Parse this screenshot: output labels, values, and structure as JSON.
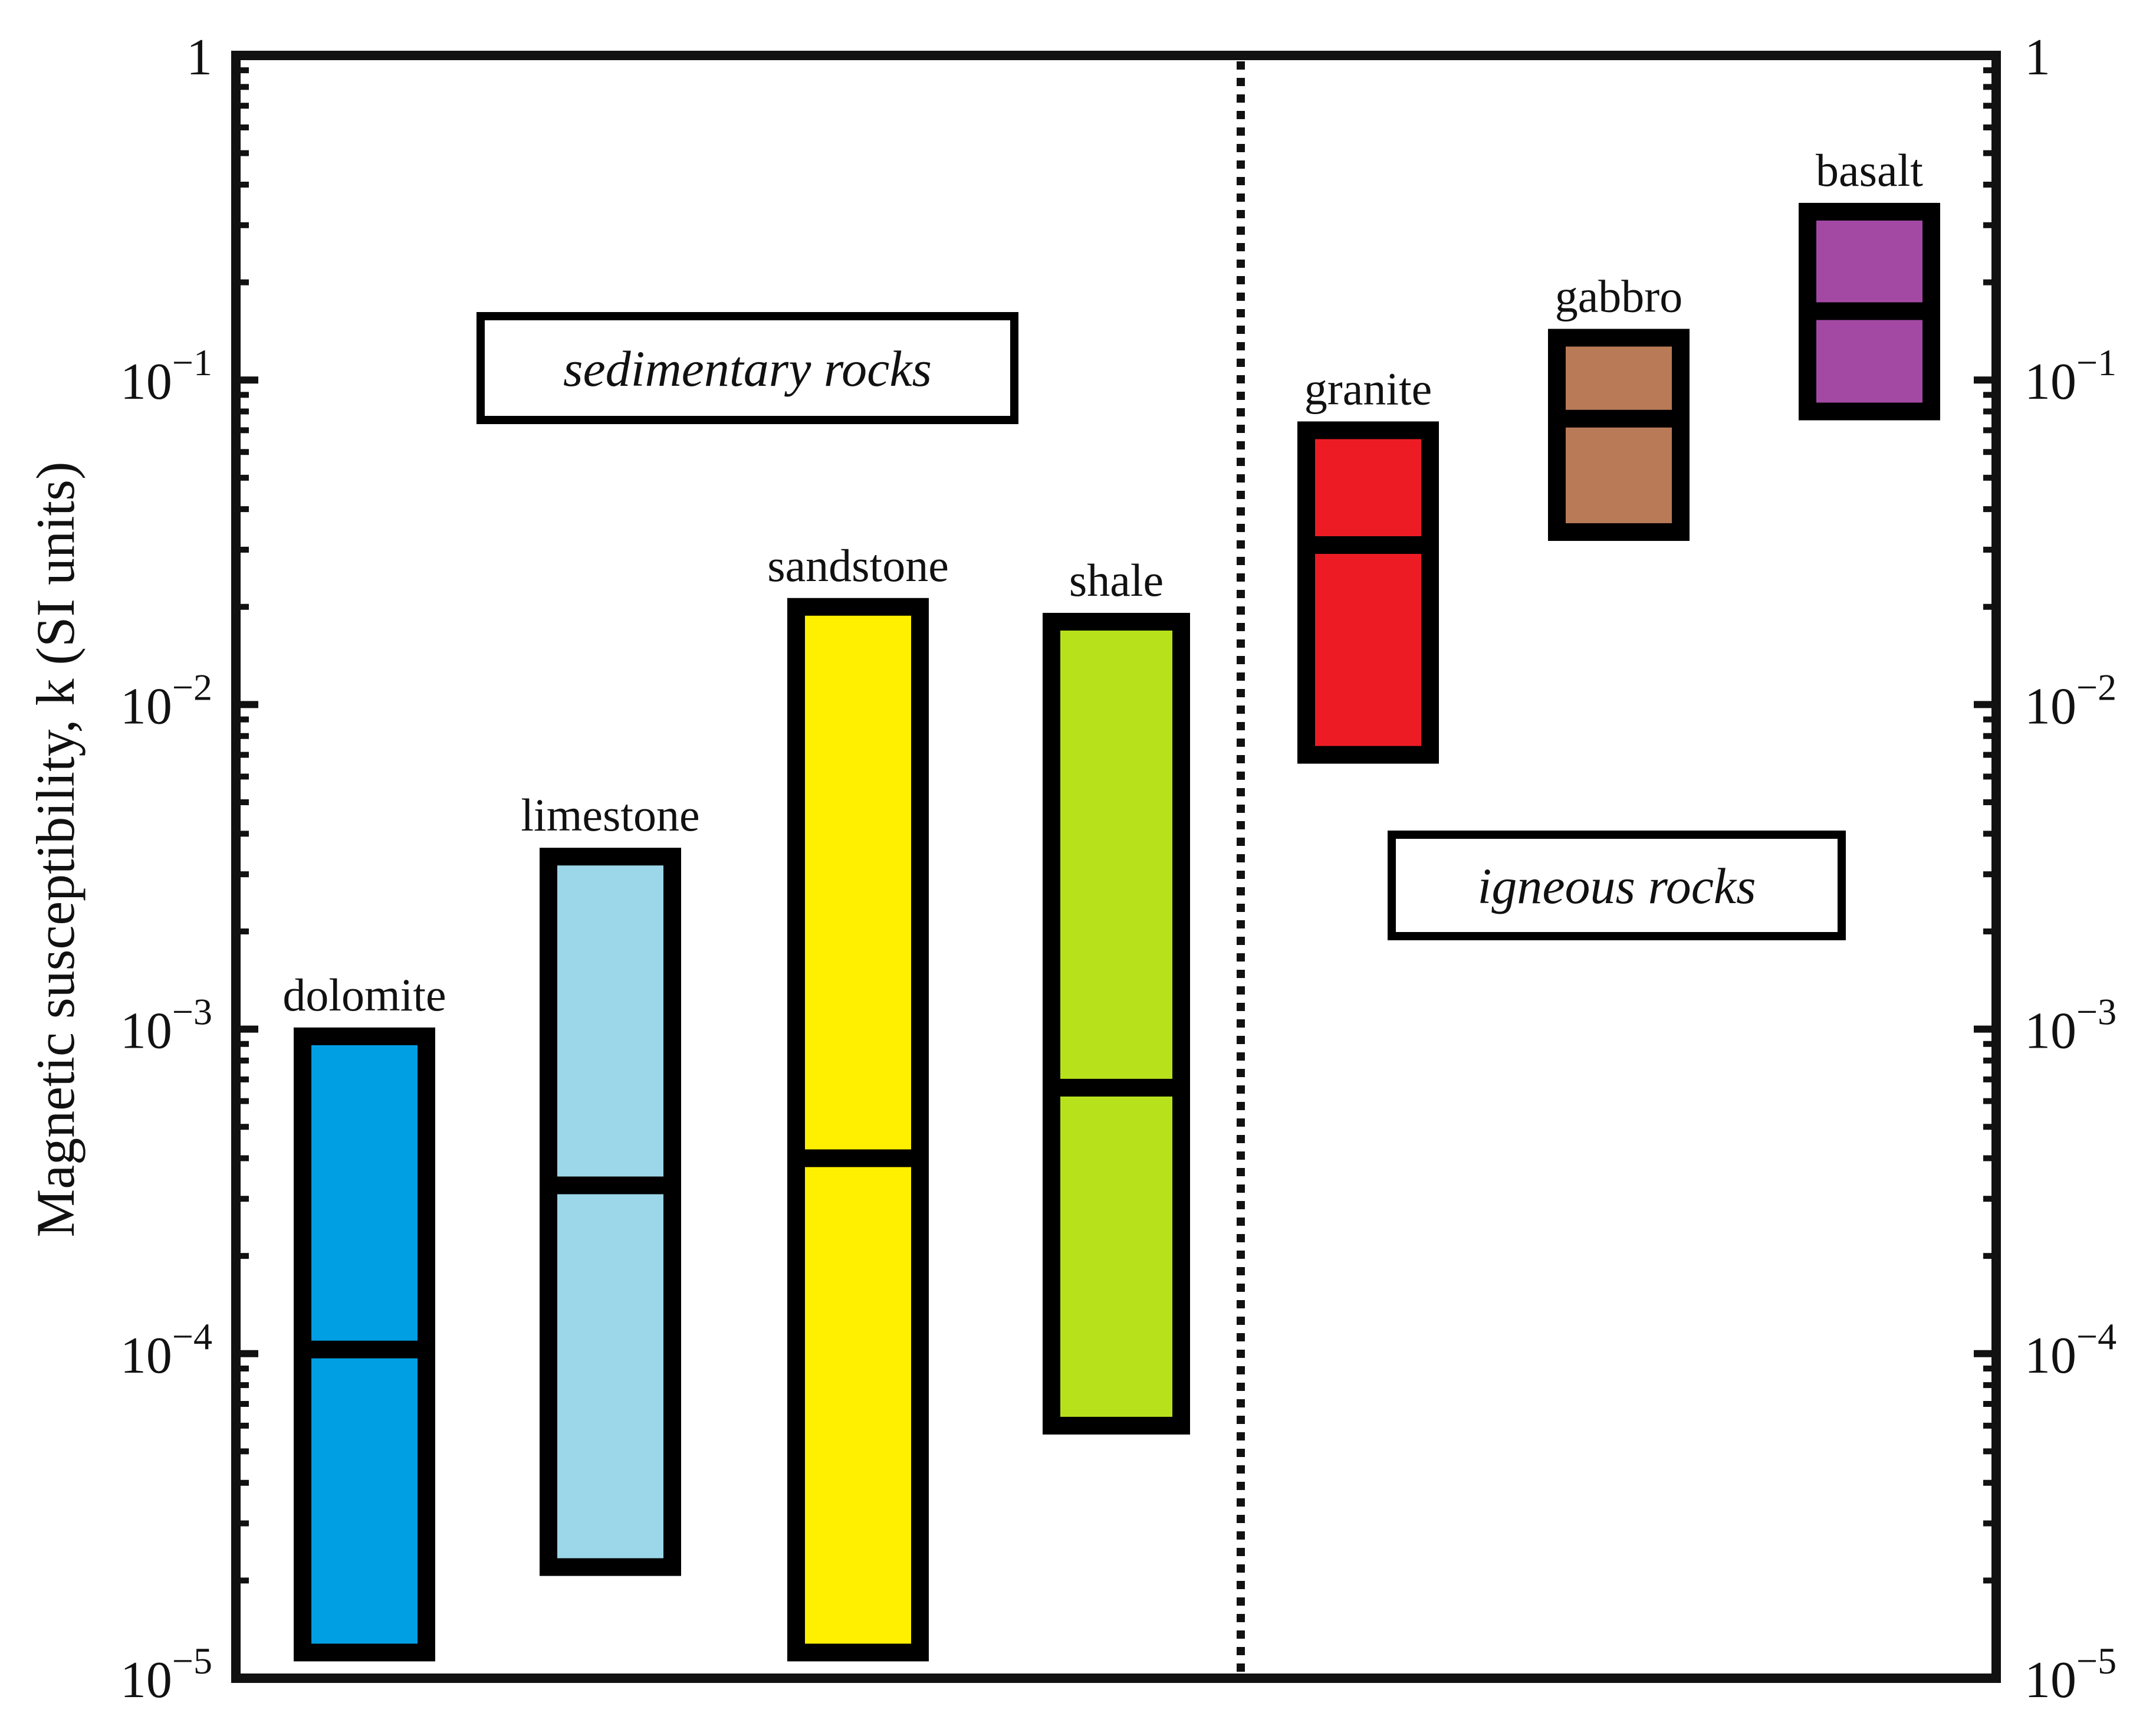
{
  "chart_data": {
    "type": "floating-bar",
    "ylabel": "Magnetic susceptibility, k (SI units)",
    "yscale": "log",
    "ylim": [
      1e-05,
      1
    ],
    "y_ticks": [
      {
        "value": 1,
        "base": "1",
        "exp": ""
      },
      {
        "value": 0.1,
        "base": "10",
        "exp": "−1"
      },
      {
        "value": 0.01,
        "base": "10",
        "exp": "−2"
      },
      {
        "value": 0.001,
        "base": "10",
        "exp": "−3"
      },
      {
        "value": 0.0001,
        "base": "10",
        "exp": "−4"
      },
      {
        "value": 1e-05,
        "base": "10",
        "exp": "−5"
      }
    ],
    "groups": [
      {
        "label": "sedimentary rocks"
      },
      {
        "label": "igneous rocks"
      }
    ],
    "series": [
      {
        "category": "dolomite",
        "group": "sedimentary rocks",
        "min": 1.2e-05,
        "max": 0.00095,
        "typical": 0.000103,
        "color": "#009fe3"
      },
      {
        "category": "limestone",
        "group": "sedimentary rocks",
        "min": 2.2e-05,
        "max": 0.0034,
        "typical": 0.00033,
        "color": "#9bd7e8"
      },
      {
        "category": "sandstone",
        "group": "sedimentary rocks",
        "min": 1.2e-05,
        "max": 0.02,
        "typical": 0.0004,
        "color": "#fff000"
      },
      {
        "category": "shale",
        "group": "sedimentary rocks",
        "min": 6e-05,
        "max": 0.018,
        "typical": 0.00066,
        "color": "#b7e21b"
      },
      {
        "category": "granite",
        "group": "igneous rocks",
        "min": 0.007,
        "max": 0.07,
        "typical": 0.031,
        "color": "#ed1c24"
      },
      {
        "category": "gabbro",
        "group": "igneous rocks",
        "min": 0.034,
        "max": 0.135,
        "typical": 0.076,
        "color": "#b97a57"
      },
      {
        "category": "basalt",
        "group": "igneous rocks",
        "min": 0.08,
        "max": 0.33,
        "typical": 0.163,
        "color": "#a349a4"
      }
    ],
    "grid": false,
    "divider": "dotted vertical line between shale and granite",
    "right_axis": "mirrors left axis"
  }
}
